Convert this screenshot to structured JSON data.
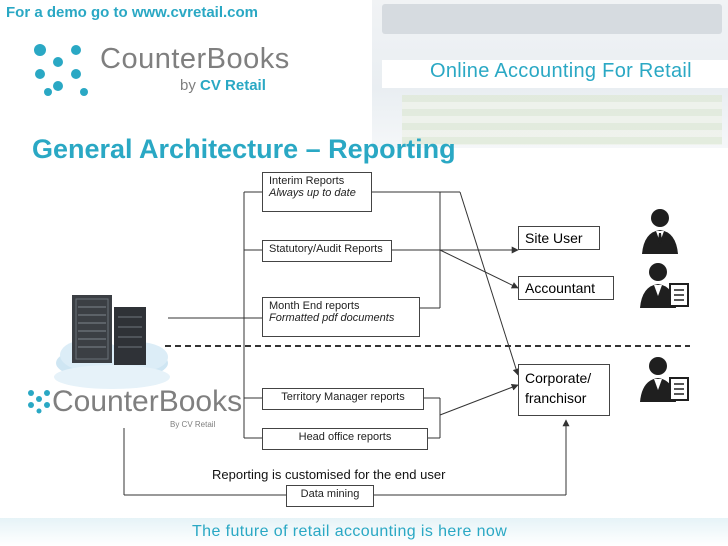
{
  "header": {
    "demo_prefix": "For a demo go to ",
    "demo_link": "www.cvretail.com",
    "logo_name": "CounterBooks",
    "logo_by": "by ",
    "logo_company": "CV Retail",
    "tagline": "Online Accounting For Retail"
  },
  "slide": {
    "title": "General Architecture – Reporting",
    "brand_name": "CounterBooks",
    "brand_sub": "By CV Retail",
    "customisation_note": "Reporting is customised for the end user",
    "footer": "The future of retail accounting is here now"
  },
  "reports": [
    {
      "label": "Interim Reports",
      "detail": "Always up to date"
    },
    {
      "label": "Statutory/Audit Reports",
      "detail": ""
    },
    {
      "label": "Month End reports",
      "detail": "Formatted pdf documents"
    },
    {
      "label": "Territory Manager reports",
      "detail": ""
    },
    {
      "label": "Head office reports",
      "detail": ""
    },
    {
      "label": "Data mining",
      "detail": ""
    }
  ],
  "recipients": [
    {
      "label": "Site User"
    },
    {
      "label": "Accountant"
    },
    {
      "label": "Corporate/ franchisor"
    }
  ],
  "colors": {
    "accent": "#2aa8c4",
    "grey_text": "#7f7f7f",
    "line": "#333333"
  },
  "icons": [
    "server-cloud-icon",
    "logo-dots-icon",
    "person-suit-icon",
    "person-document-icon"
  ]
}
